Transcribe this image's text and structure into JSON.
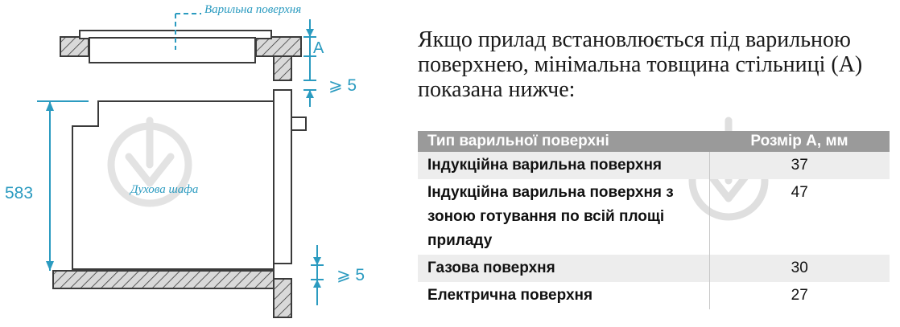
{
  "diagram": {
    "hob_label": "Варильна поверхня",
    "oven_label": "Духова шафа",
    "dim_height": "583",
    "dim_a": "A",
    "gap_top": "⩾ 5",
    "gap_bottom": "⩾ 5",
    "colors": {
      "line": "#3a3a3a",
      "dimension": "#2b9bc0",
      "hatch_fill": "#d9d9d9"
    }
  },
  "intro_text": "Якщо прилад встановлюється під варильною поверхнею, мінімальна товщина стільниці (A) показана нижче:",
  "table": {
    "headers": [
      "Тип варильної поверхні",
      "Розмір A, мм"
    ],
    "rows": [
      {
        "type": "Індукційна варильна поверхня",
        "size": "37"
      },
      {
        "type": "Індукційна варильна поверхня з зоною готування по всій площі приладу",
        "size": "47"
      },
      {
        "type": "Газова поверхня",
        "size": "30"
      },
      {
        "type": "Електрична поверхня",
        "size": "27"
      }
    ],
    "header_color": "#9a9a9a",
    "alt_row_color": "#ededed"
  }
}
